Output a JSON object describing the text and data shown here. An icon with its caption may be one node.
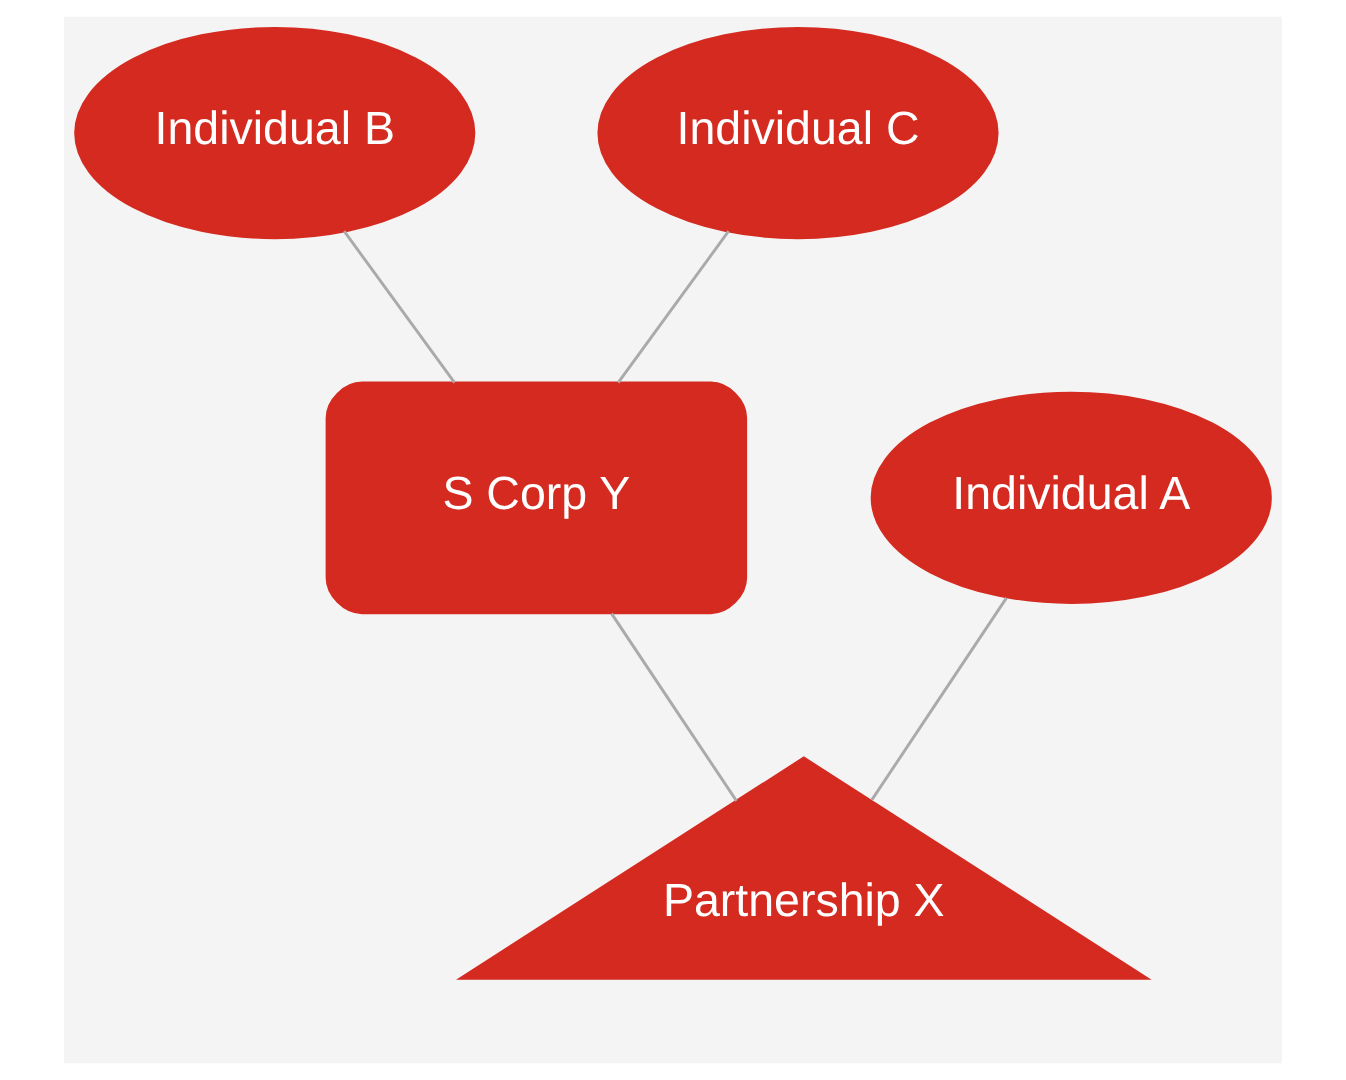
{
  "diagram": {
    "nodes": [
      {
        "text": [
          "Individual B"
        ]
      },
      {
        "text": [
          "Individual C"
        ]
      },
      {
        "text": [
          "Individual A"
        ]
      },
      {
        "text": [
          "S Corp Y"
        ]
      },
      {
        "text": [
          "Partnership X"
        ]
      }
    ],
    "edges": [
      {
        "from": 0,
        "to": 3,
        "arrow": "none"
      },
      {
        "from": 1,
        "to": 3,
        "arrow": "none"
      },
      {
        "from": 2,
        "to": 4,
        "arrow": "none"
      },
      {
        "from": 3,
        "to": 4,
        "arrow": "none"
      }
    ]
  }
}
